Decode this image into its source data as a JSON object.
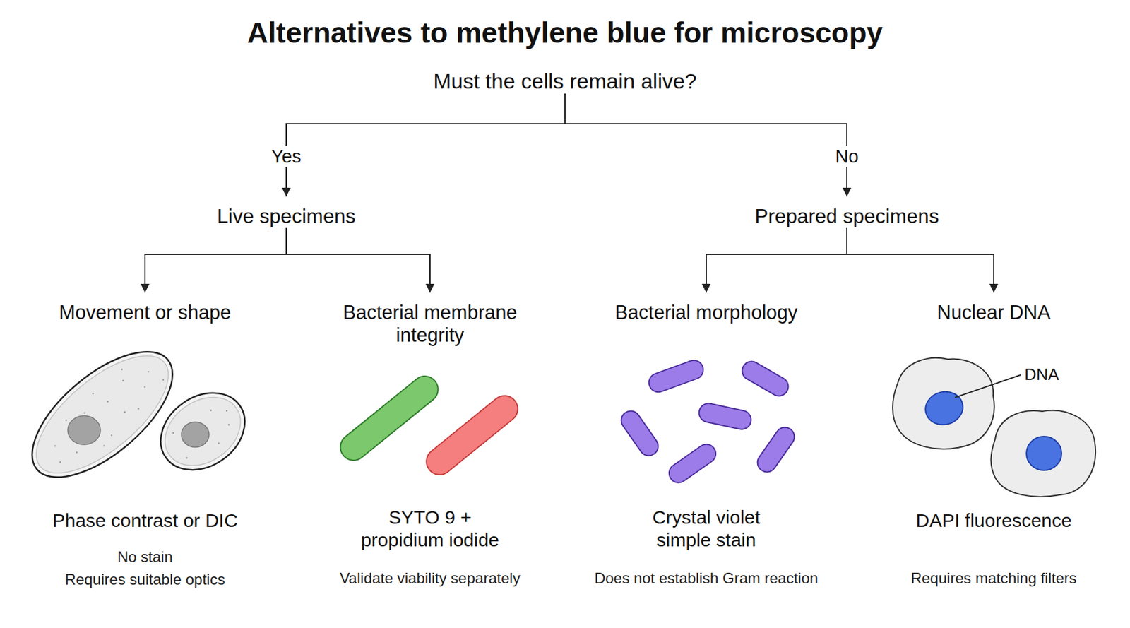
{
  "diagram": {
    "title": "Alternatives to methylene blue for microscopy",
    "nodes": [
      {
        "text": [
          "Must the cells remain alive?"
        ]
      },
      {
        "text": [
          "Live specimens"
        ]
      },
      {
        "text": [
          "Prepared specimens"
        ]
      },
      {
        "text": [
          "Movement or shape",
          "Phase contrast or DIC",
          "No stain",
          "Requires suitable optics"
        ]
      },
      {
        "text": [
          "Bacterial membrane integrity",
          "SYTO 9 + propidium iodide",
          "Validate viability separately"
        ]
      },
      {
        "text": [
          "Bacterial morphology",
          "Crystal violet simple stain",
          "Does not establish Gram reaction"
        ]
      },
      {
        "text": [
          "Nuclear DNA",
          "DAPI fluorescence",
          "Requires matching filters"
        ]
      }
    ],
    "edges": [
      {
        "from": 0,
        "to": 1,
        "label": "Yes",
        "arrow": "to"
      },
      {
        "from": 0,
        "to": 2,
        "label": "No",
        "arrow": "to"
      },
      {
        "from": 1,
        "to": 3,
        "arrow": "to"
      },
      {
        "from": 1,
        "to": 4,
        "arrow": "to"
      },
      {
        "from": 2,
        "to": 5,
        "arrow": "to"
      },
      {
        "from": 2,
        "to": 6,
        "arrow": "to"
      }
    ],
    "labels": [
      "DNA"
    ]
  }
}
